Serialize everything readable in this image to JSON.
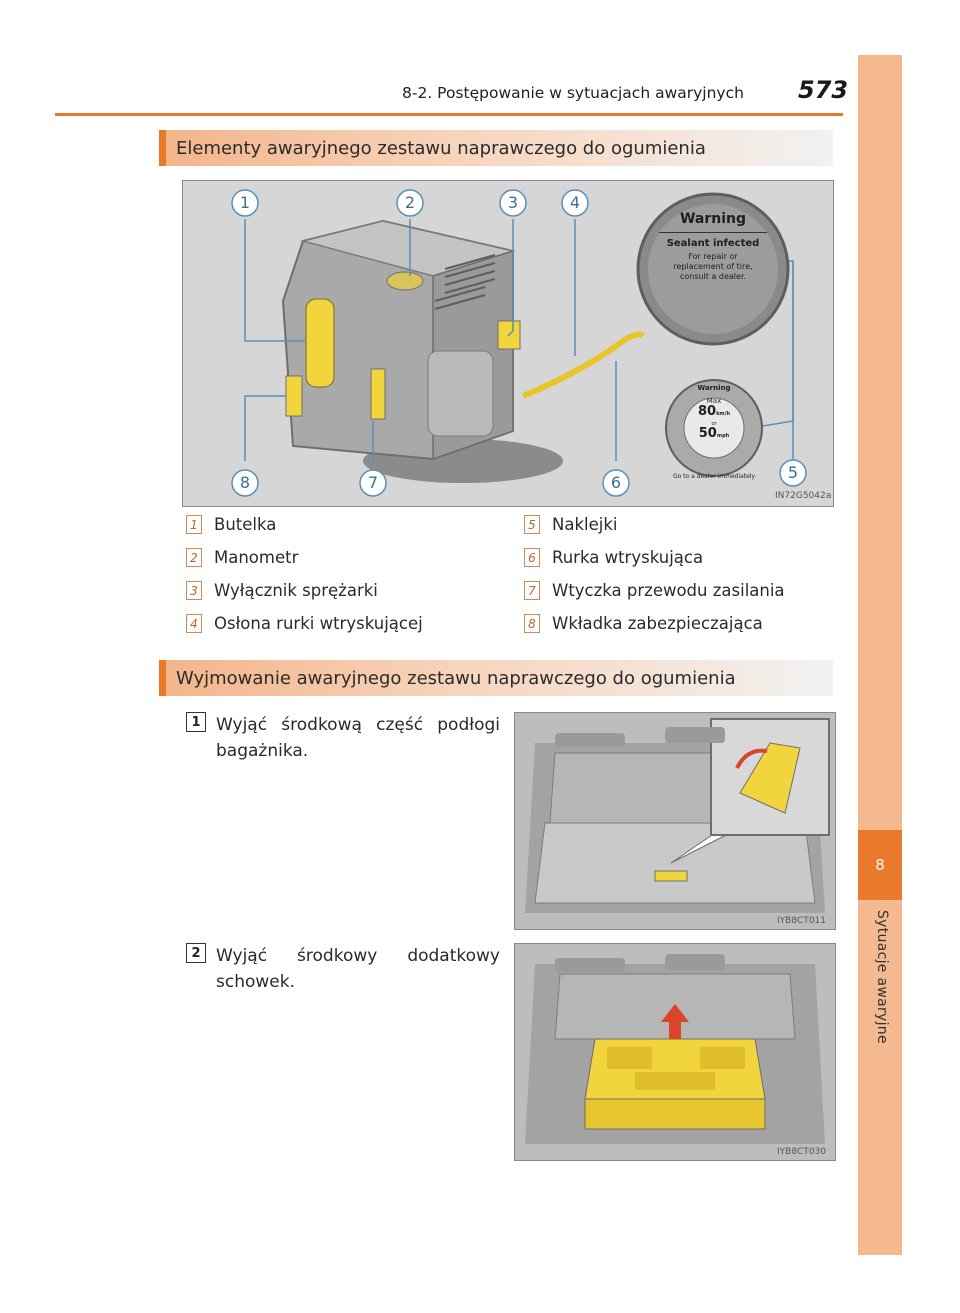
{
  "header": {
    "running_head": "8-2. Postępowanie w sytuacjach awaryjnych",
    "page_number": "573"
  },
  "side_tab": {
    "chapter_number": "8",
    "chapter_label": "Sytuacje awaryjne"
  },
  "section1": {
    "title": "Elementy awaryjnego zestawu naprawczego do ogumienia",
    "figure_code": "IN72G5042a",
    "callouts": [
      "1",
      "2",
      "3",
      "4",
      "5",
      "6",
      "7",
      "8"
    ],
    "warning_sticker": {
      "title": "Warning",
      "line1": "Sealant infected",
      "line2": "For repair or",
      "line3": "replacement of tire,",
      "line4": "consult a dealer."
    },
    "speed_sticker": {
      "top": "Warning",
      "max": "Max",
      "kmh": "80",
      "kmh_unit": "km/h",
      "or": "or",
      "mph": "50",
      "mph_unit": "mph",
      "bottom": "Go to a dealer immediately"
    },
    "legend": [
      {
        "num": "1",
        "label": "Butelka"
      },
      {
        "num": "2",
        "label": "Manometr"
      },
      {
        "num": "3",
        "label": "Wyłącznik sprężarki"
      },
      {
        "num": "4",
        "label": "Osłona rurki wtryskującej"
      },
      {
        "num": "5",
        "label": "Naklejki"
      },
      {
        "num": "6",
        "label": "Rurka wtryskująca"
      },
      {
        "num": "7",
        "label": "Wtyczka przewodu zasilania"
      },
      {
        "num": "8",
        "label": "Wkładka zabezpieczająca"
      }
    ]
  },
  "section2": {
    "title": "Wyjmowanie awaryjnego zestawu naprawczego do ogumienia",
    "steps": [
      {
        "num": "1",
        "text": "Wyjąć środkową część podłogi bagażnika.",
        "figure_code": "IYB8CT011"
      },
      {
        "num": "2",
        "text": "Wyjąć środkowy dodatkowy schowek.",
        "figure_code": "IYB8CT030"
      }
    ]
  },
  "colors": {
    "accent": "#e97a2b",
    "tab": "#f4b98f",
    "part_yellow": "#f2d43c"
  }
}
